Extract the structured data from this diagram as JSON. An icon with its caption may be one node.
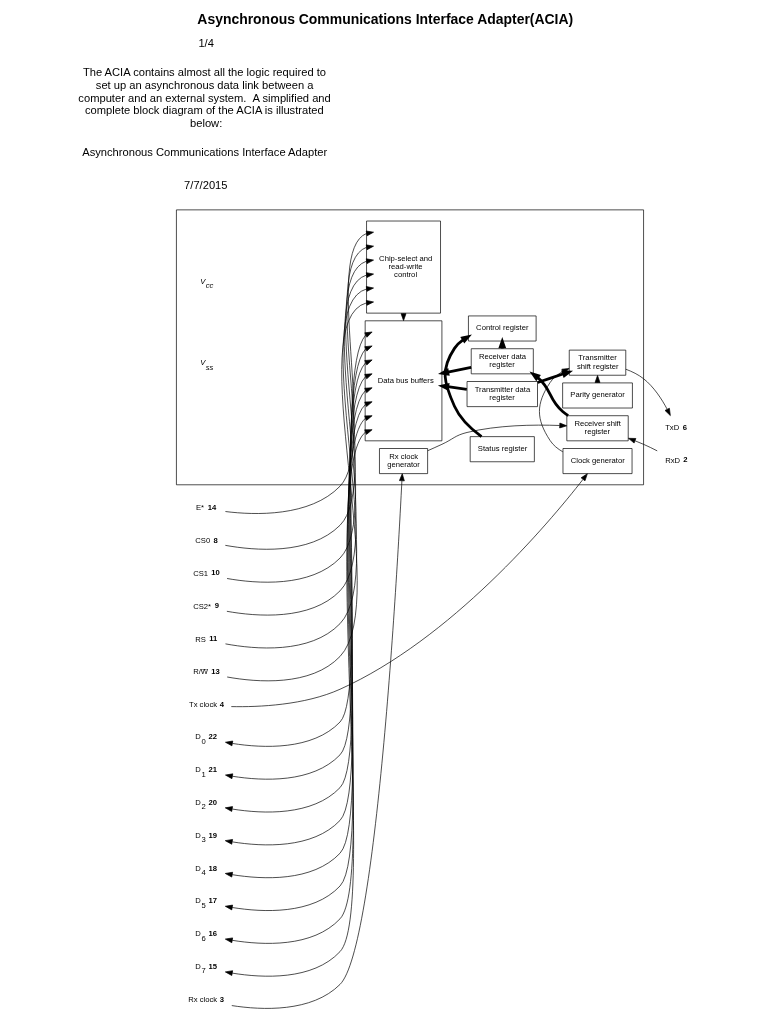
{
  "diagram": {
    "title": "Asynchronous Communications Interface Adapter(ACIA)",
    "nodes": [
      {
        "text": [],
        "shape": "box"
      },
      {
        "text": [
          "Clock generator"
        ],
        "in": 0
      },
      {
        "text": [
          "Parity generator"
        ],
        "in": 0
      },
      {
        "text": [
          "Chip-select and read-write control"
        ],
        "in": 0
      },
      {
        "text": [
          "Transmitter data register"
        ],
        "in": 0
      },
      {
        "text": [
          "Transmitter shift register"
        ],
        "in": 0
      },
      {
        "text": [
          "Status register"
        ],
        "in": 0
      },
      {
        "text": [
          "Control register"
        ],
        "in": 0
      },
      {
        "text": [
          "Data bus buffers"
        ],
        "in": 0
      },
      {
        "text": [
          "Receiver data register"
        ],
        "in": 0
      },
      {
        "text": [
          "Receiver shift register"
        ],
        "in": 0
      },
      {
        "text": [
          "Rx clock generator"
        ],
        "in": 0
      },
      {
        "text": [
          "Tx clock"
        ],
        "beside": [
          "4"
        ]
      },
      {
        "text": [
          "E*"
        ],
        "beside": [
          "14"
        ]
      },
      {
        "text": [
          "CS0"
        ],
        "beside": [
          "8"
        ]
      },
      {
        "text": [
          "CS1"
        ],
        "beside": [
          "10"
        ]
      },
      {
        "text": [
          "CS2*"
        ],
        "beside": [
          "9"
        ]
      },
      {
        "text": [
          "RS"
        ],
        "beside": [
          "11"
        ]
      },
      {
        "text": [
          "R/W̅"
        ],
        "beside": [
          "13"
        ]
      },
      {
        "text": [
          "D$_{0}$"
        ],
        "beside": [
          "22"
        ]
      },
      {
        "text": [
          "D$_{1}$"
        ],
        "beside": [
          "21"
        ]
      },
      {
        "text": [
          "D$_{2}$"
        ],
        "beside": [
          "20"
        ]
      },
      {
        "text": [
          "D$_{3}$"
        ],
        "beside": [
          "19"
        ]
      },
      {
        "text": [
          "D$_{4}$"
        ],
        "beside": [
          "18"
        ]
      },
      {
        "text": [
          "D$_{5}$"
        ],
        "beside": [
          "17"
        ]
      },
      {
        "text": [
          "D$_{6}$"
        ],
        "beside": [
          "16"
        ]
      },
      {
        "text": [
          "D$_{7}$"
        ],
        "beside": [
          "15"
        ]
      },
      {
        "text": [
          "TxD"
        ],
        "beside": [
          "6"
        ]
      },
      {
        "text": [
          "RxD"
        ],
        "beside": [
          "2"
        ]
      },
      {
        "text": [
          "Rx clock"
        ],
        "beside": [
          "3"
        ]
      }
    ],
    "edges": [
      {
        "from": 12,
        "to": 1,
        "arrow": "to"
      },
      {
        "from": 13,
        "to": 3,
        "arrow": "to"
      },
      {
        "from": 14,
        "to": 3,
        "arrow": "to"
      },
      {
        "from": 15,
        "to": 3,
        "arrow": "to"
      },
      {
        "from": 16,
        "to": 3,
        "arrow": "to"
      },
      {
        "from": 17,
        "to": 3,
        "arrow": "to"
      },
      {
        "from": 18,
        "to": 3,
        "arrow": "to"
      },
      {
        "from": 3,
        "to": 8,
        "arrow": "to"
      },
      {
        "from": 19,
        "to": 8,
        "arrow": "both"
      },
      {
        "from": 20,
        "to": 8,
        "arrow": "both"
      },
      {
        "from": 21,
        "to": 8,
        "arrow": "both"
      },
      {
        "from": 22,
        "to": 8,
        "arrow": "both"
      },
      {
        "from": 23,
        "to": 8,
        "arrow": "both"
      },
      {
        "from": 24,
        "to": 8,
        "arrow": "both"
      },
      {
        "from": 25,
        "to": 8,
        "arrow": "both"
      },
      {
        "from": 26,
        "to": 8,
        "arrow": "both"
      },
      {
        "from": 1,
        "to": 5,
        "arrow": "to"
      },
      {
        "from": 2,
        "to": 5,
        "arrow": "to"
      },
      {
        "from": 4,
        "to": 5,
        "arrow": "to",
        "style": "thick"
      },
      {
        "from": 5,
        "to": 27,
        "arrow": "to"
      },
      {
        "from": 4,
        "to": 8,
        "arrow": "to",
        "style": "thick"
      },
      {
        "from": 9,
        "to": 8,
        "arrow": "to",
        "style": "thick"
      },
      {
        "from": 6,
        "to": 7,
        "arrow": "to",
        "style": "thick"
      },
      {
        "from": 9,
        "to": 7,
        "arrow": "to",
        "style": "thick"
      },
      {
        "from": 28,
        "to": 10,
        "arrow": "to"
      },
      {
        "from": 29,
        "to": 11,
        "arrow": "to"
      },
      {
        "from": 11,
        "to": 10,
        "arrow": "to"
      },
      {
        "from": 10,
        "to": 9,
        "arrow": "to",
        "style": "thick"
      }
    ],
    "labels": [
      "7/7/2015",
      "Asynchronous Communications Interface Adapter",
      "The ACIA contains almost all the logic required to set up an asynchronous data link between a computer and an external system.  A simplified and complete block diagram of the ACIA is illustrated below:",
      "V$_{cc}$",
      "V$_{ss}$",
      "1/4"
    ]
  }
}
